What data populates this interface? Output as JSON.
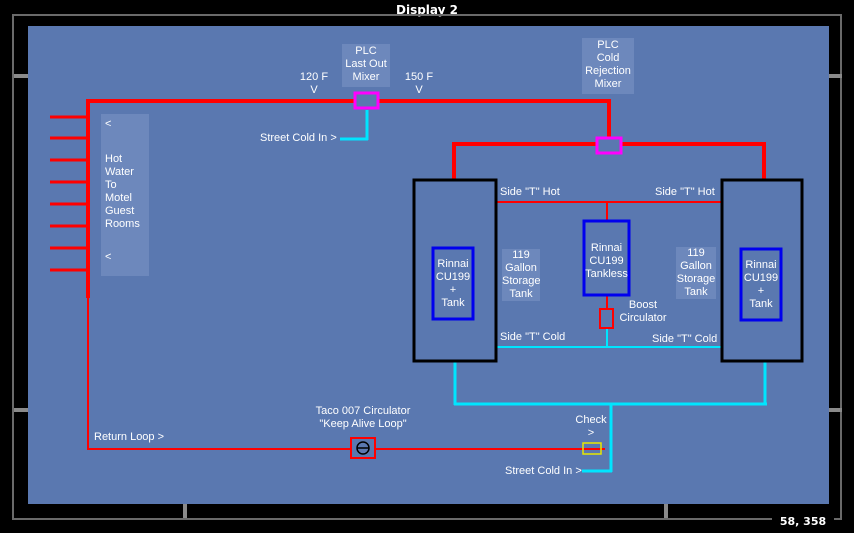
{
  "window": {
    "title": "Display 2",
    "cursor_readout": "58, 358"
  },
  "diagram": {
    "top_mixer_left_temp": [
      "120 F",
      "V"
    ],
    "top_mixer_right_temp": [
      "150 F",
      "V"
    ],
    "plc_last_out_mixer": [
      "PLC",
      "Last Out",
      "Mixer"
    ],
    "plc_cold_rejection_mixer": [
      "PLC",
      "Cold",
      "Rejection",
      "Mixer"
    ],
    "street_cold_in_top": "Street Cold In >",
    "hot_water_panel": {
      "arrow_top": "<",
      "lines": [
        "Hot",
        "Water",
        "To",
        "Motel",
        "Guest",
        "Rooms"
      ],
      "arrow_bottom": "<"
    },
    "side_t_hot_left": "Side \"T\" Hot",
    "side_t_hot_right": "Side \"T\" Hot",
    "side_t_cold_left": "Side \"T\" Cold",
    "side_t_cold_right": "Side \"T\" Cold",
    "left_tank_heater": [
      "Rinnai",
      "CU199",
      "+",
      "Tank"
    ],
    "right_tank_heater": [
      "Rinnai",
      "CU199",
      "+",
      "Tank"
    ],
    "center_tankless": [
      "Rinnai",
      "CU199",
      "Tankless"
    ],
    "left_storage": [
      "119",
      "Gallon",
      "Storage",
      "Tank"
    ],
    "right_storage": [
      "119",
      "Gallon",
      "Storage",
      "Tank"
    ],
    "boost_circulator": [
      "Boost",
      "Circulator"
    ],
    "taco_circulator": [
      "Taco 007 Circulator",
      "\"Keep Alive Loop\""
    ],
    "check": [
      "Check",
      ">"
    ],
    "return_loop": "Return Loop >",
    "street_cold_in_bottom": "Street Cold In >"
  },
  "colors": {
    "background": "#5a78b0",
    "hot_pipe": "#ff0000",
    "cold_pipe": "#00e5ff",
    "mixer": "#ff00ff",
    "heater_box": "#0000ee",
    "tank_outline": "#000000",
    "check_valve": "#e8e800"
  }
}
